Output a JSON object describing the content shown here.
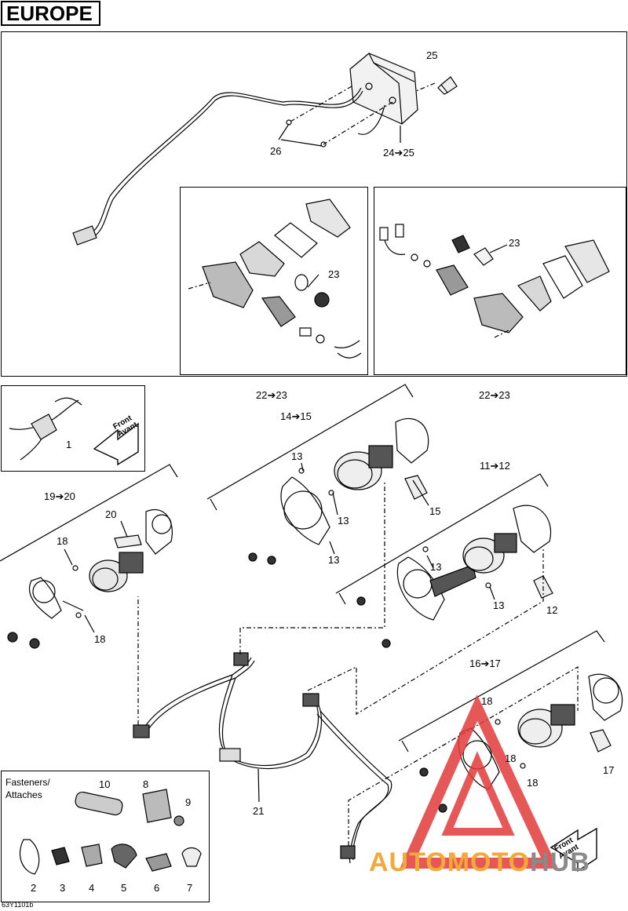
{
  "page_title": "EUROPE",
  "doc_code": "63Y1101b",
  "fasteners_title_en": "Fasteners/",
  "fasteners_title_fr": "Attaches",
  "front_label_en": "Front",
  "front_label_fr": "Avant",
  "watermark": {
    "part1": "AUTO",
    "part2": "MOTO",
    "part3": "HUB",
    "color_orange": "#f2a83a",
    "color_gray": "#8a8a8a",
    "color_red": "#e23b3b"
  },
  "callouts": {
    "c25": "25",
    "c26": "26",
    "c24_25": "24➔25",
    "c23a": "23",
    "c23b": "23",
    "c22_23a": "22➔23",
    "c22_23b": "22➔23",
    "c1": "1",
    "c14_15": "14➔15",
    "c13a": "13",
    "c13b": "13",
    "c13c": "13",
    "c15": "15",
    "c11_12": "11➔12",
    "c13d": "13",
    "c13e": "13",
    "c12": "12",
    "c19_20": "19➔20",
    "c20": "20",
    "c18a": "18",
    "c18b": "18",
    "c16_17": "16➔17",
    "c18c": "18",
    "c18d": "18",
    "c18e": "18",
    "c17": "17",
    "c21": "21",
    "c10": "10",
    "c8": "8",
    "c9": "9",
    "c2": "2",
    "c3": "3",
    "c4": "4",
    "c5": "5",
    "c6": "6",
    "c7": "7"
  }
}
